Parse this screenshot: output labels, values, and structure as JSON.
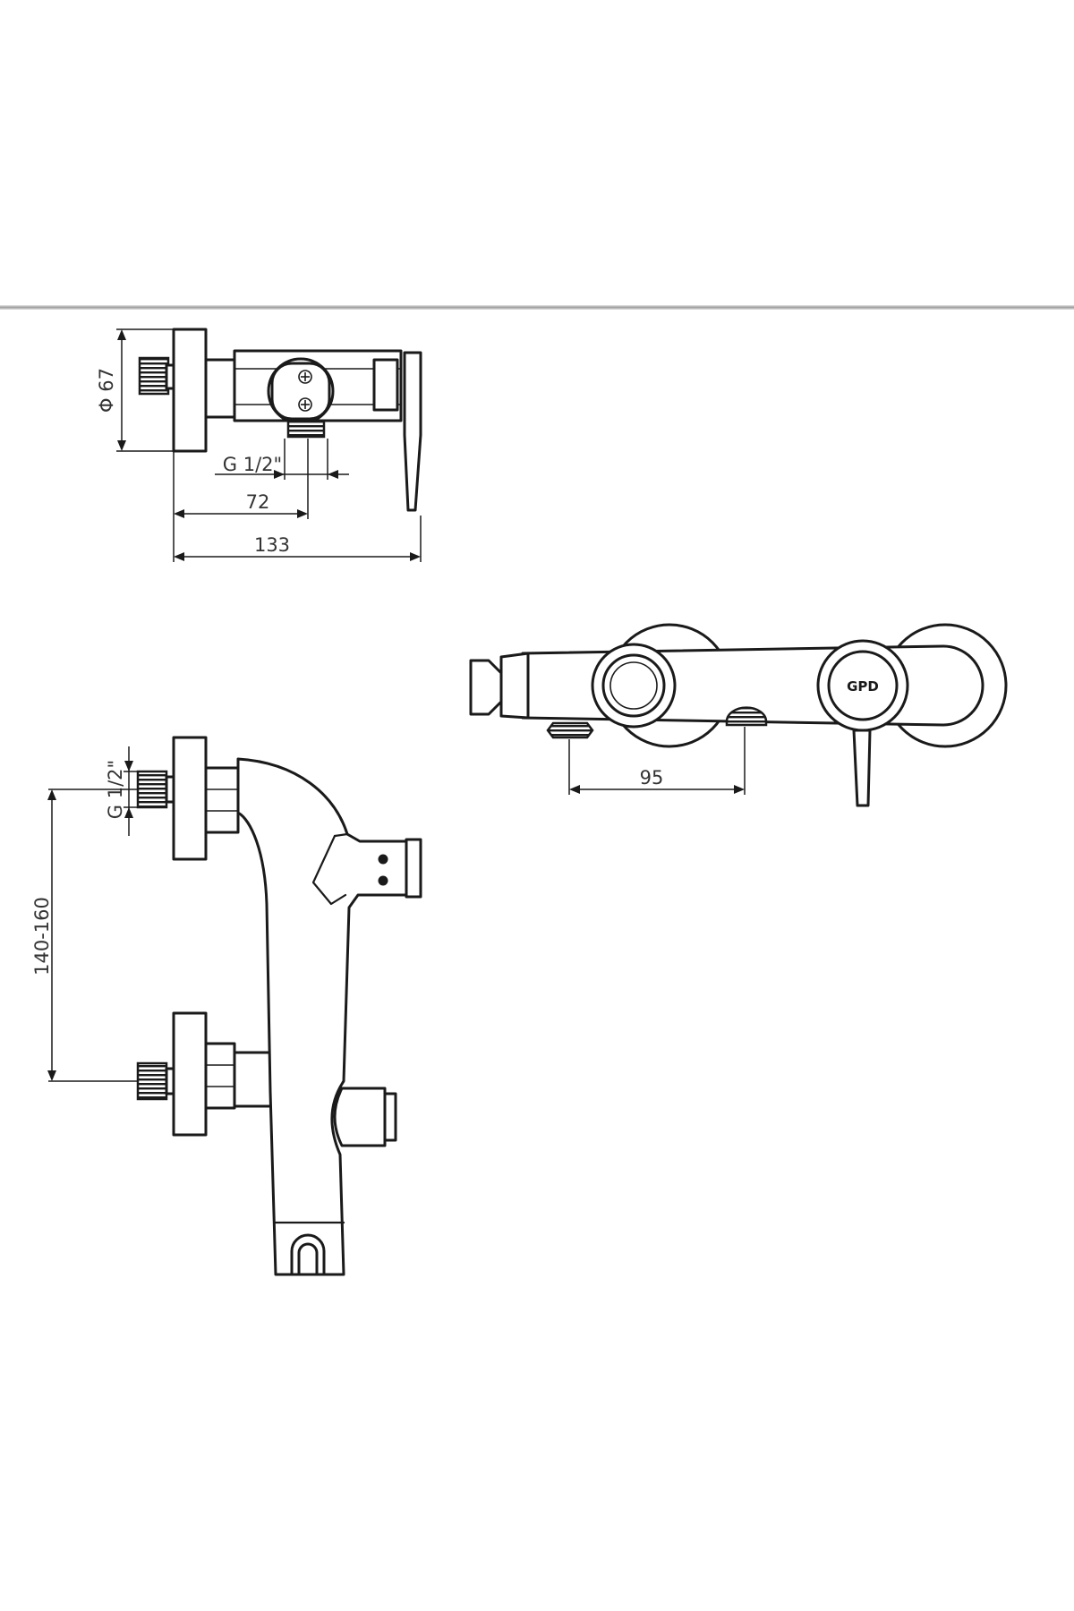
{
  "top_view": {
    "dim_diameter": "Φ 67",
    "dim_thread": "G 1/2\"",
    "dim_depth": "72",
    "dim_overall": "133"
  },
  "plan_view": {
    "dim_spacing": "95",
    "logo": "GPD"
  },
  "front_view": {
    "dim_thread": "G 1/2\"",
    "dim_centers": "140-160"
  },
  "colors": {
    "line": "#1a1a1a",
    "dimension_text": "#333333",
    "background": "#ffffff",
    "divider": "#b8b8b8"
  }
}
